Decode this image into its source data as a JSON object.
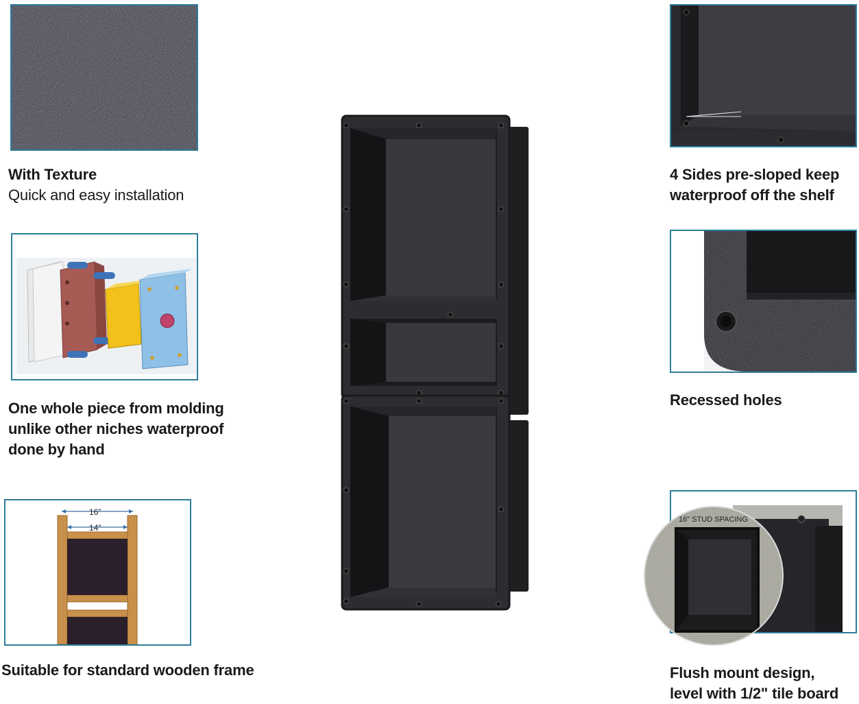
{
  "features": {
    "texture": {
      "title": "With Texture",
      "subtitle": "Quick and easy installation"
    },
    "molding": {
      "lines": [
        "One whole piece from molding",
        "unlike other niches waterproof",
        "done by hand"
      ]
    },
    "frame": {
      "text": "Suitable for standard wooden frame",
      "dim_outer": "16”",
      "dim_inner": "14”"
    },
    "sloped": {
      "lines": [
        "4 Sides pre-sloped keep",
        "waterproof off the shelf"
      ]
    },
    "holes": {
      "text": "Recessed holes"
    },
    "flush": {
      "lines": [
        "Flush mount design,",
        "level with 1/2\" tile board"
      ],
      "stud_label": "16\" STUD SPACING"
    }
  },
  "colors": {
    "accent_border": "#2e7d9a",
    "niche": "#2b2b2e",
    "wood": "#c8904a"
  }
}
